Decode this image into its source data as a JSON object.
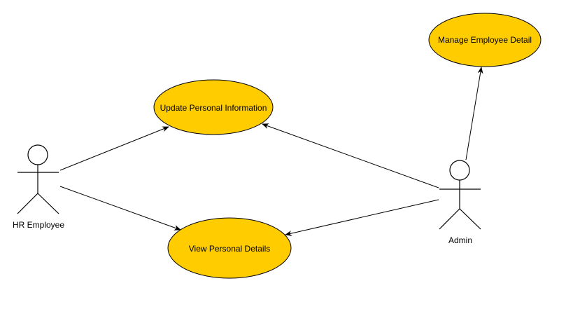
{
  "diagram": {
    "type": "use-case",
    "actors": {
      "hr_employee": "HR Employee",
      "admin": "Admin"
    },
    "use_cases": {
      "update_personal_information": "Update Personal Information",
      "view_personal_details": "View Personal Details",
      "manage_employee_detail": "Manage Employee Detail"
    },
    "associations": [
      {
        "from": "HR Employee",
        "to": "Update Personal Information"
      },
      {
        "from": "HR Employee",
        "to": "View Personal Details"
      },
      {
        "from": "Admin",
        "to": "Update Personal Information"
      },
      {
        "from": "Admin",
        "to": "View Personal Details"
      },
      {
        "from": "Admin",
        "to": "Manage Employee Detail"
      }
    ],
    "colors": {
      "use_case_fill": "#ffcc00",
      "stroke": "#000000",
      "background": "#ffffff"
    }
  }
}
